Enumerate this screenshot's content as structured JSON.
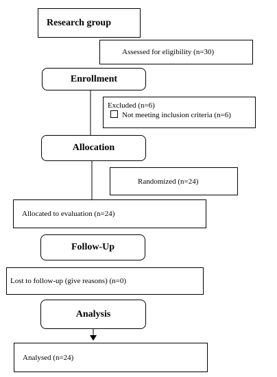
{
  "research_group": "Research group",
  "eligibility": "Assessed for eligibility (n=30)",
  "enrollment": "Enrollment",
  "excluded": {
    "title": "Excluded (n=6)",
    "bullet_icon": "checkbox-icon",
    "item": "Not meeting inclusion criteria (n=6)"
  },
  "allocation": "Allocation",
  "randomized": "Randomized (n=24)",
  "allocated": "Allocated to evaluation (n=24)",
  "followup": "Follow-Up",
  "lost": "Lost to follow-up (give reasons) (n=0)",
  "analysis": "Analysis",
  "analysed": "Analysed (n=24)"
}
